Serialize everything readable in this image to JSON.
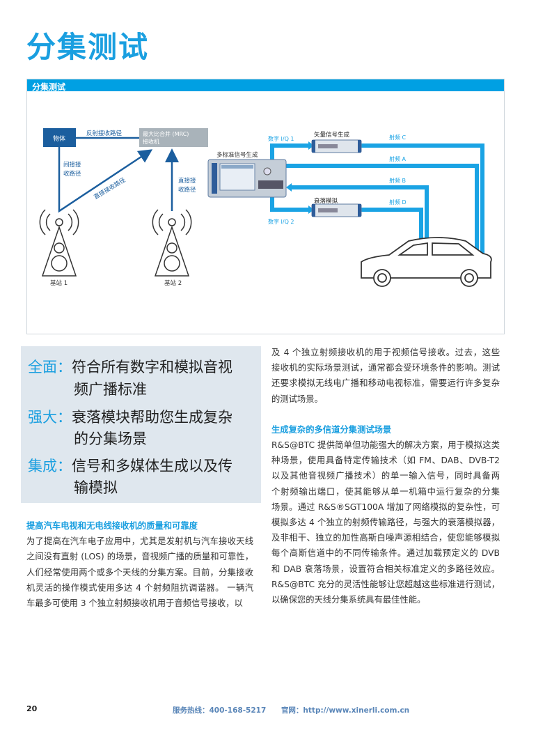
{
  "title": "分集测试",
  "figure": {
    "header": "分集测试",
    "object": "物体",
    "reflect_path": "反射接收路径",
    "mrc_line1": "最大比合并 (MRC)",
    "mrc_line2": "接收机",
    "indirect_line1": "间接接",
    "indirect_line2": "收路径",
    "direct_diag": "直接接收路径",
    "direct_line1": "直接接",
    "direct_line2": "收路径",
    "station1": "基站 1",
    "station2": "基站  2",
    "multi_std": "多标准信号生成",
    "iq1": "数字 I/Q 1",
    "iq2": "数字 I/Q 2",
    "vector_gen": "矢量信号生成",
    "fading": "衰落模拟",
    "rf_c": "射频 C",
    "rf_a": "射频 A",
    "rf_b": "射频 B",
    "rf_d": "射频 D"
  },
  "highlights": [
    {
      "key": "全面：",
      "line1": "符合所有数字和模拟音视",
      "line2": "频广播标准"
    },
    {
      "key": "强大：",
      "line1": "衰落模块帮助您生成复杂",
      "line2": "的分集场景"
    },
    {
      "key": "集成：",
      "line1": "信号和多媒体生成以及传",
      "line2": "输模拟"
    }
  ],
  "left": {
    "heading": "提高汽车电视和无电线接收机的质量和可靠度",
    "lines": [
      "为了提高在汽车电子应用中，尤其是发射机与汽车接收天线",
      "之间没有直射 (LOS) 的场景，音视频广播的质量和可靠性，",
      "人们经常使用两个或多个天线的分集方案。目前，分集接收",
      "机灵活的操作模式使用多达 4 个射频阻抗调谐器。 一辆汽",
      "车最多可使用 3 个独立射频接收机用于音频信号接收，以"
    ]
  },
  "right": {
    "lines1": [
      "及 4 个独立射频接收机的用于视频信号接收。过去，这些",
      "接收机的实际场景测试，通常都会受环境条件的影响。测试",
      "还要求模拟无线电广播和移动电视标准，需要运行许多复杂",
      "的测试场景。"
    ],
    "heading": "生成复杂的多信道分集测试场景",
    "lines2": [
      "R&S@BTC 提供简单但功能强大的解决方案，用于模拟这类",
      "种场景，使用具备特定传输技术（如 FM、DAB、DVB-T2",
      "以及其他音视频广播技术）的单一输入信号，同时具备两",
      "个射频输出端口，使其能够从单一机箱中运行复杂的分集",
      "场景。通过 R&S®SGT100A 增加了网络模拟的复杂性，可",
      "模拟多达 4 个独立的射频传输路径，与强大的衰落模拟器，",
      "及非相干、独立的加性高斯白噪声源相结合，使您能够模拟",
      "每个高斯信道中的不同传输条件。通过加载预定义的 DVB",
      "和 DAB 衰落场景，设置符合相关标准定义的多路径效应。",
      "R&S@BTC 充分的灵活性能够让您超越这些标准进行测试，",
      "以确保您的天线分集系统具有最佳性能。"
    ]
  },
  "footer": {
    "page": "20",
    "hotline": "服务热线：400-168-5217",
    "website": "官网：http://www.xinerli.com.cn"
  }
}
